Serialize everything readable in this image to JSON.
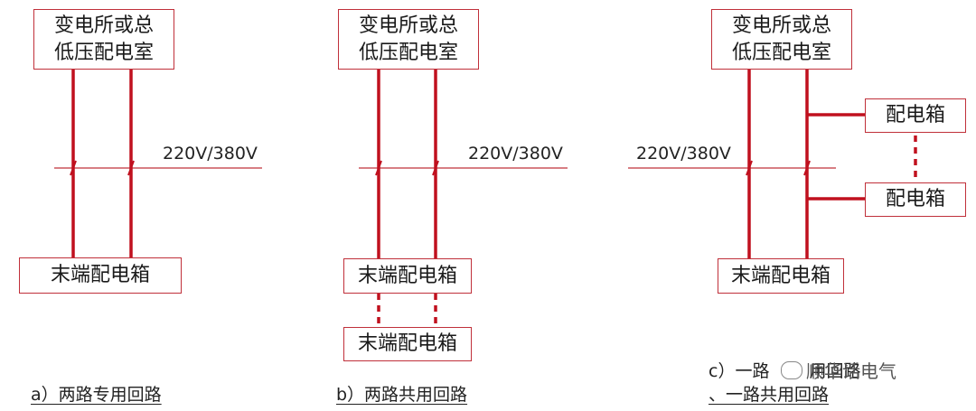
{
  "diagram_a": {
    "top_box": [
      "变电所或总",
      "低压配电室"
    ],
    "voltage": "220V/380V",
    "end_box": "末端配电箱",
    "caption": "a）两路专用回路"
  },
  "diagram_b": {
    "top_box": [
      "变电所或总",
      "低压配电室"
    ],
    "voltage": "220V/380V",
    "end_box_1": "末端配电箱",
    "end_box_2": "末端配电箱",
    "caption": "b）两路共用回路"
  },
  "diagram_c": {
    "top_box": [
      "变电所或总",
      "低压配电室"
    ],
    "voltage": "220V/380V",
    "end_box": "末端配电箱",
    "branch_box_1": "配电箱",
    "branch_box_2": "配电箱",
    "caption_line1": "c）一路",
    "caption_line1_rest": "用回路",
    "caption_line2": "、一路共用回路"
  },
  "watermark": "顺华话电气",
  "colors": {
    "line": "#c0101e",
    "box_border": "#c0303a",
    "bus": "#c0303a"
  }
}
